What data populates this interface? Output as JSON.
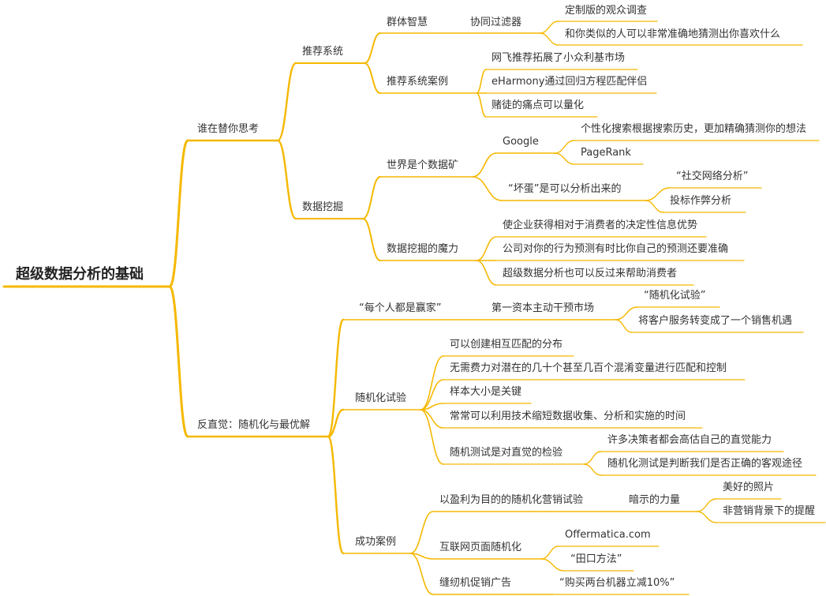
{
  "colors": {
    "branch": "#F5B800",
    "text": "#333333",
    "background": "#FFFFFF"
  },
  "root": {
    "label": "超级数据分析的基础"
  },
  "b1": {
    "label": "谁在替你思考",
    "rec": {
      "label": "推荐系统",
      "swarm": {
        "label": "群体智慧",
        "cf": {
          "label": "协同过滤器",
          "items": [
            "定制版的观众调查",
            "和你类似的人可以非常准确地猜测出你喜欢什么"
          ]
        }
      },
      "cases": {
        "label": "推荐系统案例",
        "items": [
          "网飞推荐拓展了小众利基市场",
          "eHarmony通过回归方程匹配伴侣",
          "赌徒的痛点可以量化"
        ]
      }
    },
    "mining": {
      "label": "数据挖掘",
      "world": {
        "label": "世界是个数据矿",
        "google": {
          "label": "Google",
          "items": [
            "个性化搜索根据搜索历史，更加精确猜测你的想法",
            "PageRank"
          ]
        },
        "bad": {
          "label": "“坏蛋”是可以分析出来的",
          "items": [
            "“社交网络分析”",
            "投标作弊分析"
          ]
        }
      },
      "magic": {
        "label": "数据挖掘的魔力",
        "items": [
          "使企业获得相对于消费者的决定性信息优势",
          "公司对你的行为预测有时比你自己的预测还要准确",
          "超级数据分析也可以反过来帮助消费者"
        ]
      }
    }
  },
  "b2": {
    "label": "反直觉：随机化与最优解",
    "winner": {
      "label": "“每个人都是赢家”",
      "cap": {
        "label": "第一资本主动干预市场",
        "items": [
          "“随机化试验”",
          "将客户服务转变成了一个销售机遇"
        ]
      }
    },
    "rand": {
      "label": "随机化试验",
      "items": [
        "可以创建相互匹配的分布",
        "无需费力对潜在的几十个甚至几百个混淆变量进行匹配和控制",
        "样本大小是关键",
        "常常可以利用技术缩短数据收集、分析和实施的时间"
      ],
      "check": {
        "label": "随机测试是对直觉的检验",
        "items": [
          "许多决策者都会高估自己的直觉能力",
          "随机化测试是判断我们是否正确的客观途径"
        ]
      }
    },
    "success": {
      "label": "成功案例",
      "profit": {
        "label": "以盈利为目的的随机化营销试验",
        "hint": {
          "label": "暗示的力量",
          "items": [
            "美好的照片",
            "非营销背景下的提醒"
          ]
        }
      },
      "web": {
        "label": "互联网页面随机化",
        "items": [
          "Offermatica.com",
          "“田口方法”"
        ]
      },
      "sew": {
        "label": "缝纫机促销广告",
        "items": [
          "“购买两台机器立减10%”"
        ]
      }
    }
  }
}
